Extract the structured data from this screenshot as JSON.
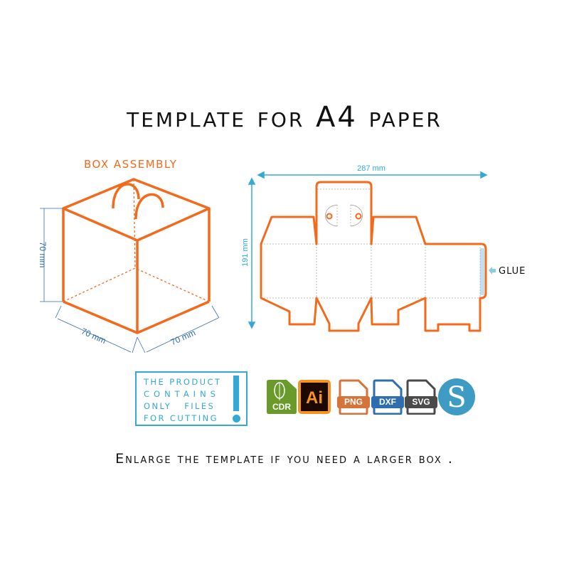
{
  "title": {
    "prefix": "template for",
    "big": "A4",
    "suffix": "paper"
  },
  "assembly": {
    "label": "BOX ASSEMBLY",
    "height": "70 mm",
    "width": "70 mm",
    "depth": "70 mm"
  },
  "template": {
    "width": "287 mm",
    "height": "191 mm",
    "glue": "GLUE"
  },
  "notice": {
    "lines": [
      "THE PRODUCT",
      "CONTAINS",
      "ONLY FILES",
      "FOR CUTTING"
    ]
  },
  "formats": [
    {
      "label": "CDR",
      "color": "#6a9a2a",
      "icon": "coreldraw-icon"
    },
    {
      "label": "Ai",
      "color": "#f7931e",
      "icon": "illustrator-icon"
    },
    {
      "label": "PNG",
      "color": "#d6733a",
      "icon": "png-file-icon"
    },
    {
      "label": "DXF",
      "color": "#2f6eae",
      "icon": "dxf-file-icon"
    },
    {
      "label": "SVG",
      "color": "#4a4a4a",
      "icon": "svg-file-icon"
    },
    {
      "label": "S",
      "color": "#3e9cc4",
      "icon": "silhouette-icon"
    }
  ],
  "footer": "Enlarge the template if you need a larger box ."
}
